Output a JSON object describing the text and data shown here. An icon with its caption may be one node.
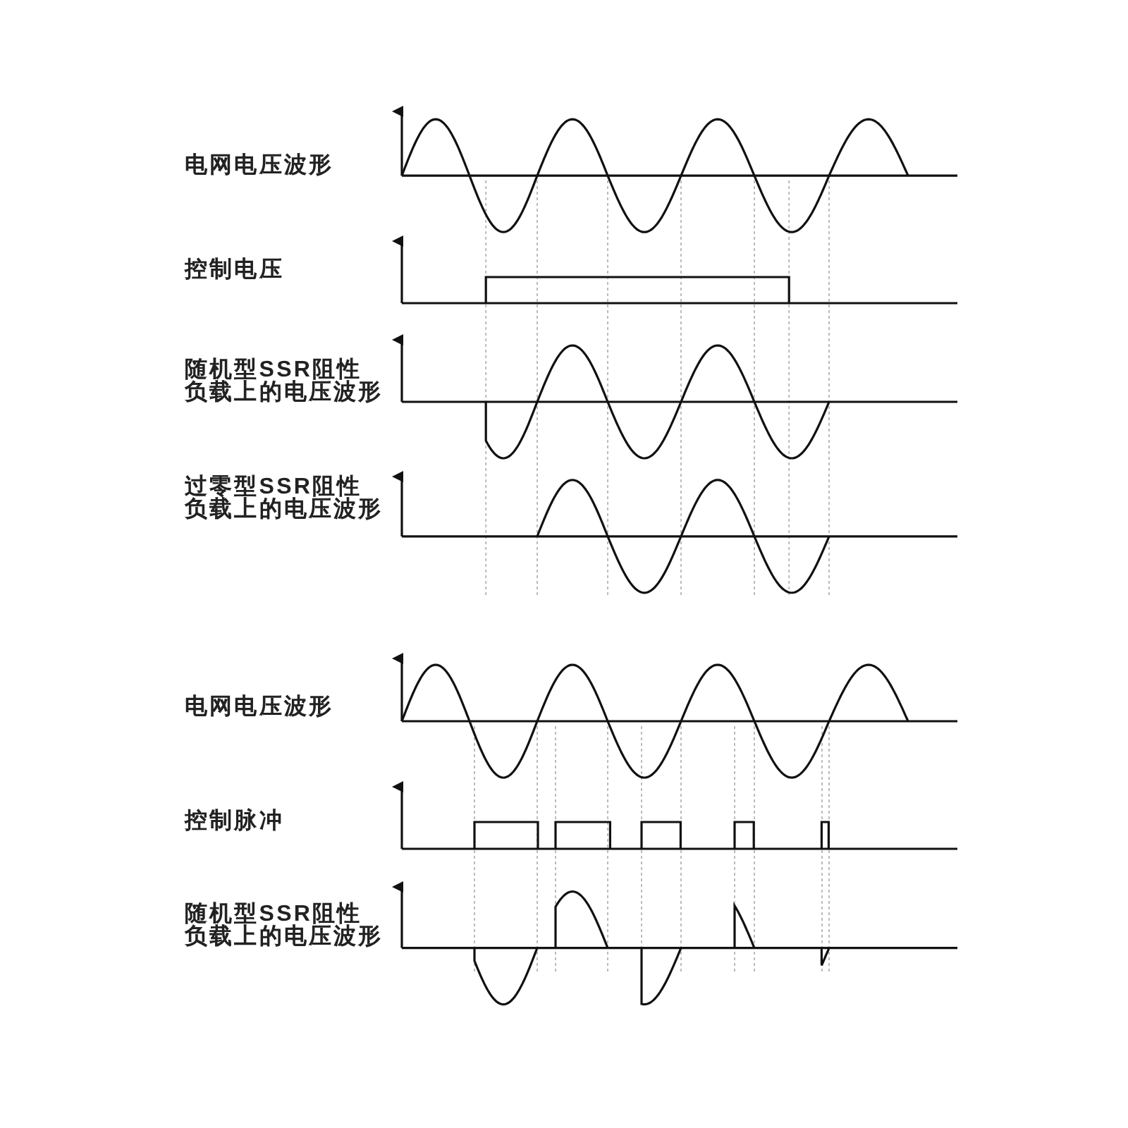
{
  "diagram": {
    "labels": [
      "电网电压波形",
      "控制电压",
      "随机型SSR阻性负载上的电压波形",
      "过零型SSR阻性负载上的电压波形",
      "电网电压波形",
      "控制脉冲",
      "随机型SSR阻性负载上的电压波形"
    ]
  }
}
